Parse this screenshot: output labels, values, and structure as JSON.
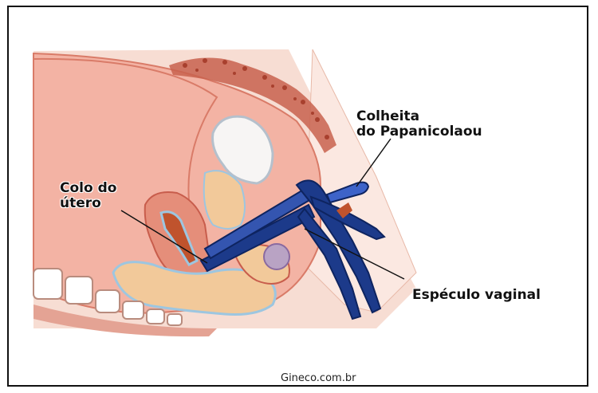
{
  "labels": {
    "pap_line1": "Colheita",
    "pap_line2": "do Papanicolaou",
    "colo_line1": "Colo do",
    "colo_line2": "útero",
    "especulo": "Espéculo vaginal",
    "credit": "Gineco.com.br"
  },
  "colors": {
    "tissue": "#f3b3a4",
    "tissue_dark": "#d97b68",
    "organ_fill": "#f2c99a",
    "instrument": "#1c3a8a",
    "outline": "#c85d4c"
  }
}
